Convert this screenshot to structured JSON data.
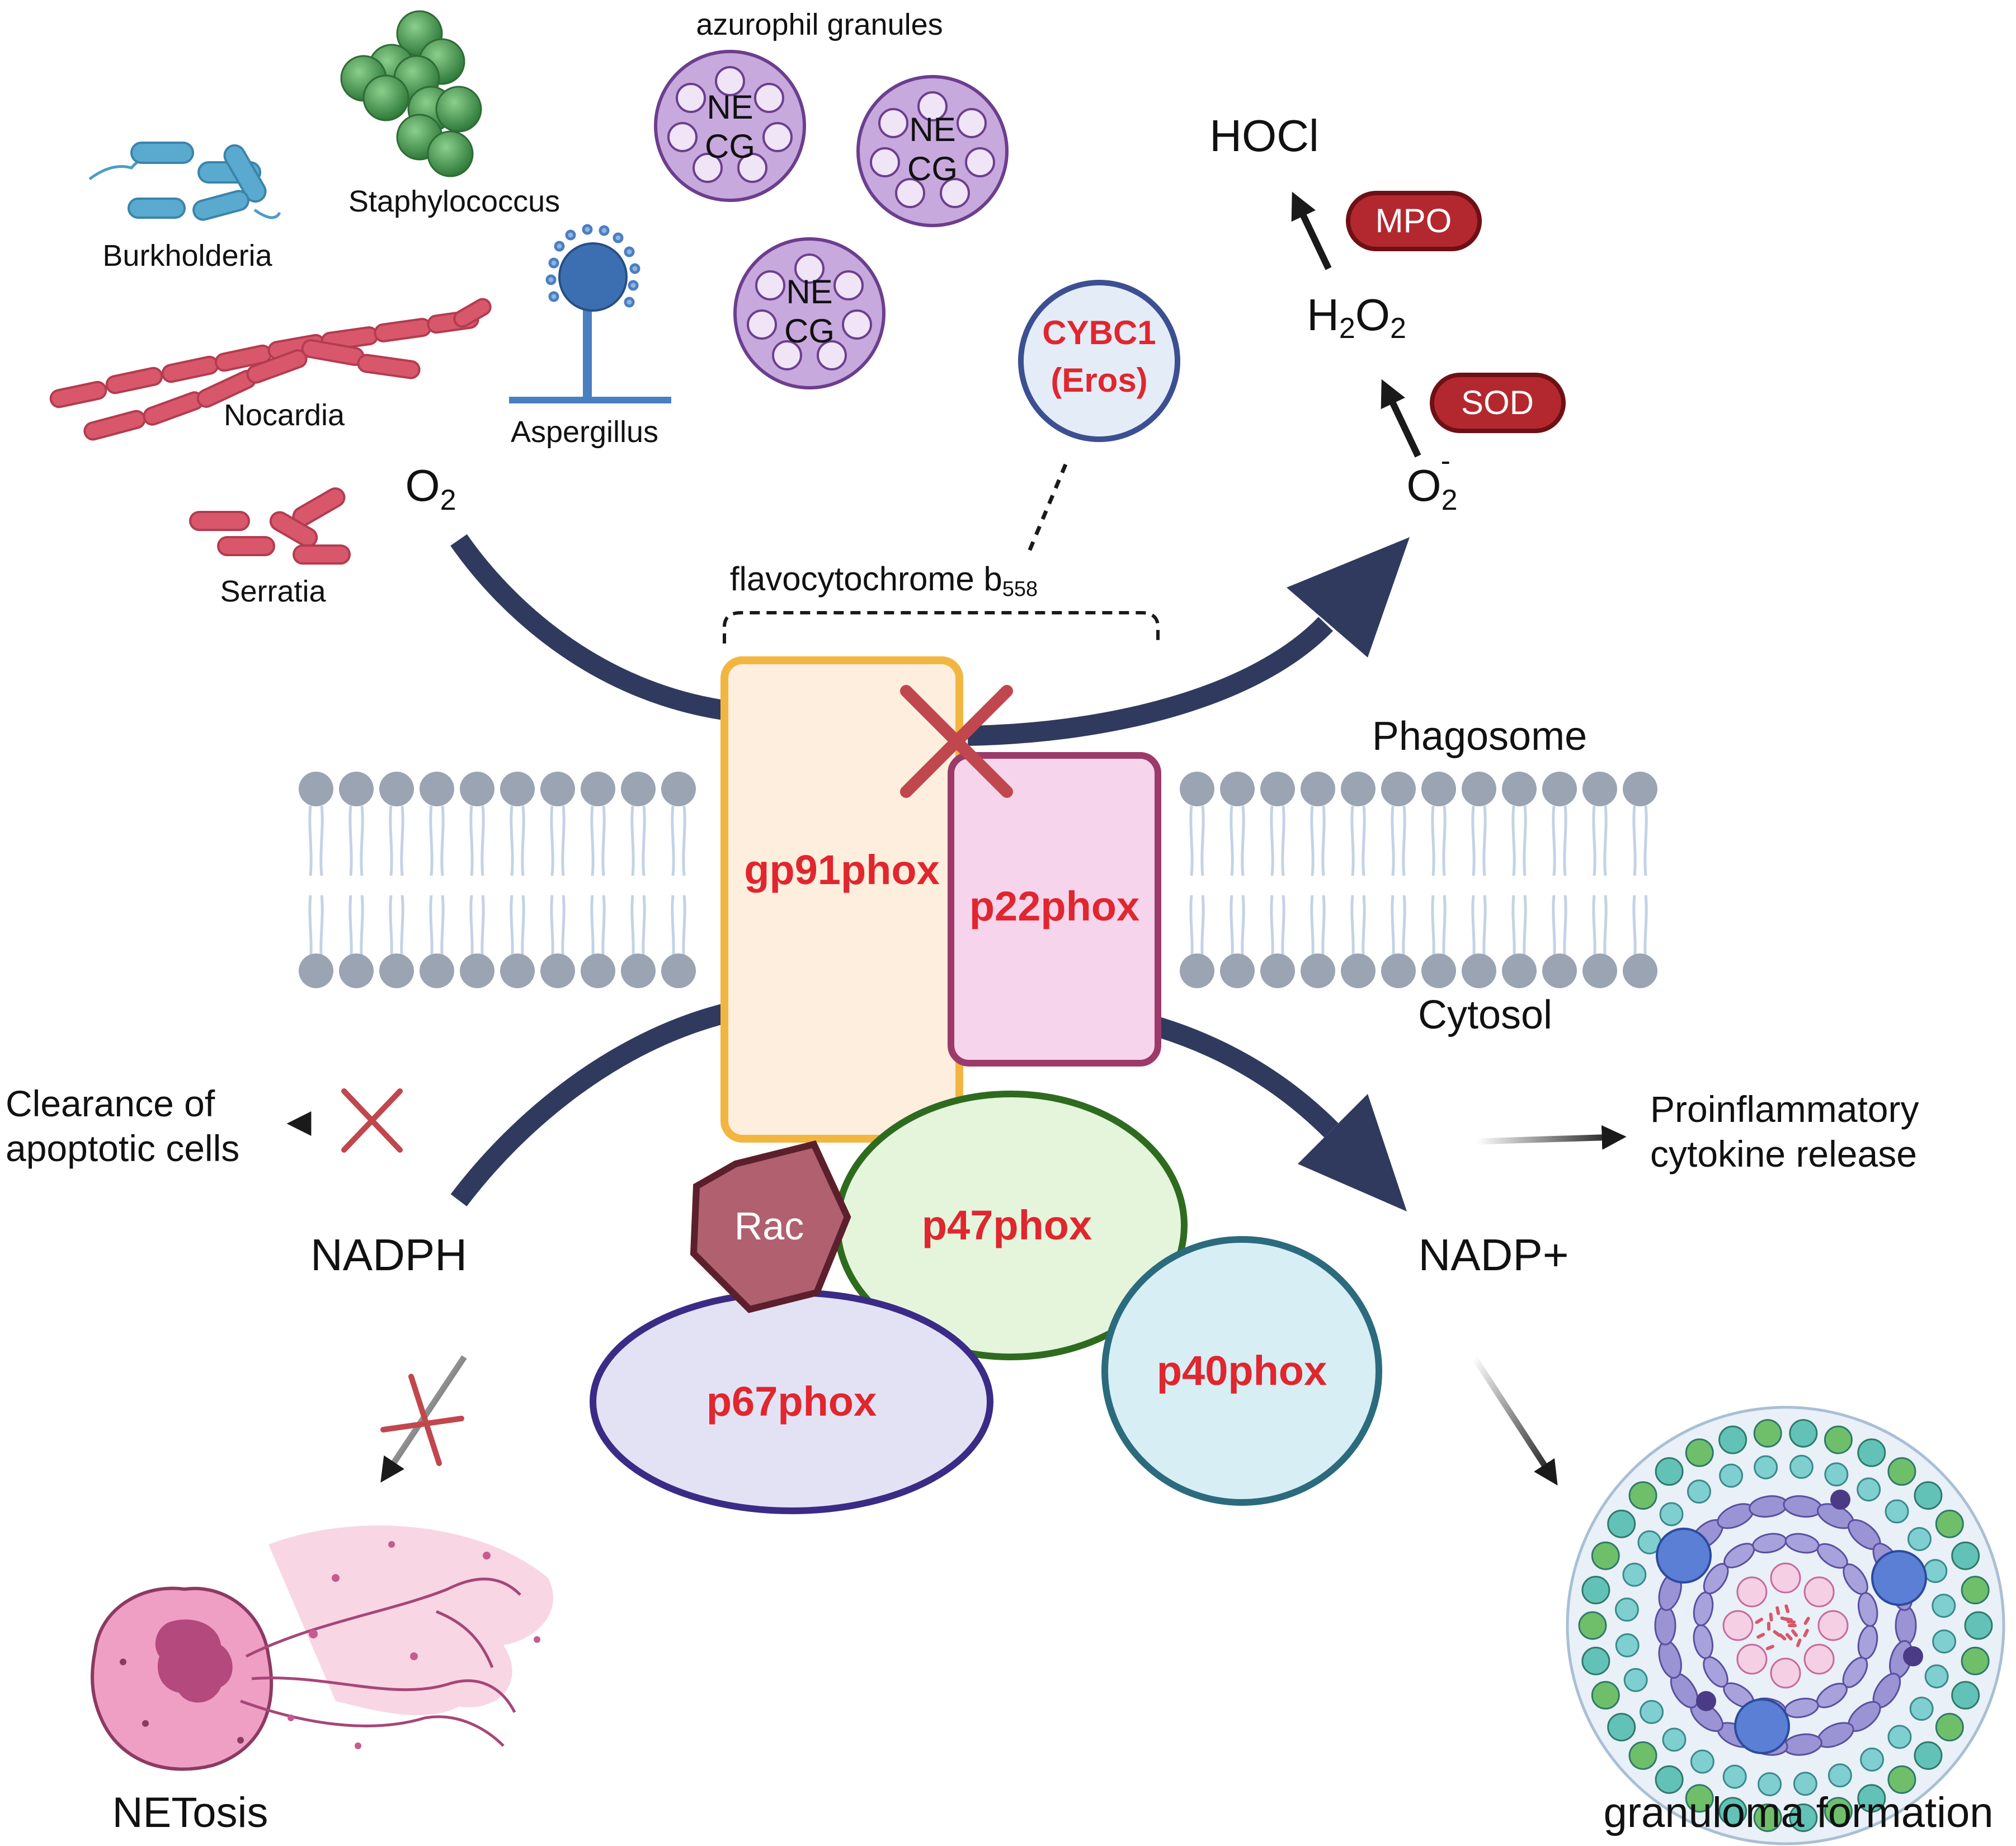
{
  "pathogens": {
    "burkholderia": "Burkholderia",
    "staphylococcus": "Staphylococcus",
    "nocardia": "Nocardia",
    "aspergillus": "Aspergillus",
    "serratia": "Serratia"
  },
  "granules": {
    "title": "azurophil granules",
    "ne": "NE",
    "cg": "CG"
  },
  "ros": {
    "o2_base": "O",
    "o2_sub": "2",
    "superoxide_base": "O",
    "superoxide_sub": "2",
    "superoxide_sup": "-",
    "h2o2_h": "H",
    "h2o2_sub1": "2",
    "h2o2_o": "O",
    "h2o2_sub2": "2",
    "hocl": "HOCl",
    "mpo": "MPO",
    "sod": "SOD"
  },
  "cybc1": {
    "line1": "CYBC1",
    "line2": "(Eros)"
  },
  "flavocytochrome": {
    "base": "flavocytochrome b",
    "sub": "558"
  },
  "membrane": {
    "phagosome": "Phagosome",
    "cytosol": "Cytosol"
  },
  "subunits": {
    "gp91": "gp91phox",
    "p22": "p22phox",
    "p47": "p47phox",
    "p67": "p67phox",
    "p40": "p40phox",
    "rac": "Rac"
  },
  "cofactors": {
    "nadph": "NADPH",
    "nadp": "NADP+"
  },
  "outcomes": {
    "clearance_line1": "Clearance of",
    "clearance_line2": "apoptotic cells",
    "proinflammatory_line1": "Proinflammatory",
    "proinflammatory_line2": "cytokine release",
    "netosis": "NETosis",
    "granuloma": "granuloma formation"
  },
  "colors": {
    "arrow_navy": "#2f3a5e",
    "label_red": "#e0262e",
    "x_mark": "#c0474d",
    "gp91_border": "#f2b640",
    "gp91_fill": "#fdeede",
    "p22_border": "#9c3a6a",
    "p22_fill": "#f6d5ec",
    "p47_border": "#2e6b1f",
    "p47_fill": "#e4f5dc",
    "p67_border": "#3b2b86",
    "p67_fill": "#e3e2f5",
    "p40_border": "#2b6b7d",
    "p40_fill": "#d7eef5",
    "rac_fill": "#b0606f",
    "enzyme_fill": "#b3282e",
    "membrane_head": "#9aa4b2"
  }
}
